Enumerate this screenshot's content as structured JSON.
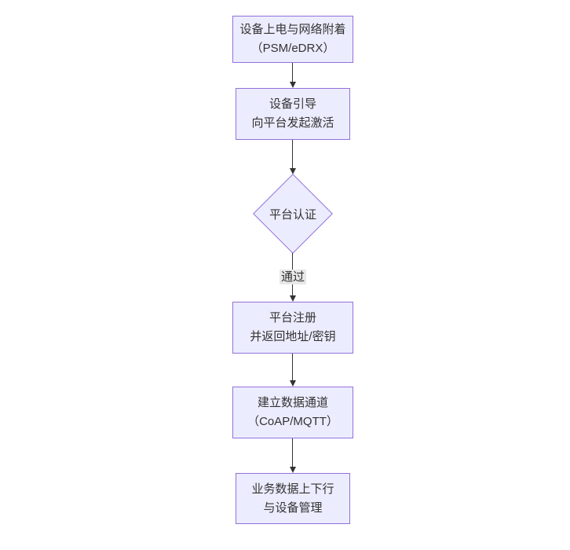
{
  "flowchart": {
    "nodes": {
      "power_attach": {
        "lines": [
          "设备上电与网络附着",
          "（PSM/eDRX）"
        ]
      },
      "bootstrap": {
        "lines": [
          "设备引导",
          "向平台发起激活"
        ]
      },
      "auth": {
        "label": "平台认证"
      },
      "register": {
        "lines": [
          "平台注册",
          "并返回地址/密钥"
        ]
      },
      "channel": {
        "lines": [
          "建立数据通道",
          "（CoAP/MQTT）"
        ]
      },
      "business": {
        "lines": [
          "业务数据上下行",
          "与设备管理"
        ]
      }
    },
    "edges": {
      "auth_to_register_label": "通过"
    },
    "colors": {
      "node_fill": "#ECECFF",
      "node_border": "#9370DB",
      "text": "#333333",
      "arrow": "#333333",
      "edge_label_bg": "#e8e8e8",
      "background": "#ffffff"
    }
  }
}
